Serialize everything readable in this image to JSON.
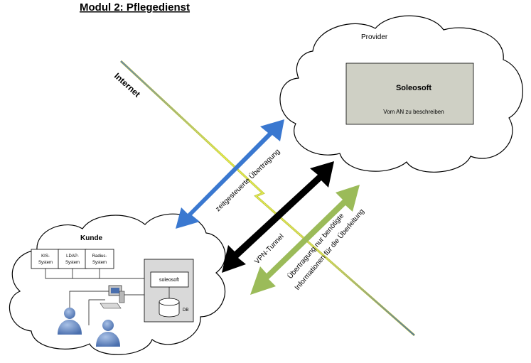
{
  "title": "Modul 2: Pflegedienst",
  "internet_label": "Internet",
  "provider": {
    "label": "Provider",
    "box_title": "Soleosoft",
    "box_subtitle": "Vom AN zu beschreiben"
  },
  "kunde": {
    "label": "Kunde",
    "systems": [
      {
        "line1": "KIS-",
        "line2": "System"
      },
      {
        "line1": "LDAP-",
        "line2": "System"
      },
      {
        "line1": "Radius-",
        "line2": "System"
      }
    ],
    "app_label": "soleosoft",
    "db_label": "DB"
  },
  "arrows": {
    "blue_label": "zeitgesteuerte Übertragung",
    "black_label": "VPN-Tunnel",
    "green_line1": "Übertragung nur benötigte",
    "green_line2": "Informationen für die Überleitung"
  },
  "colors": {
    "blue_arrow": "#3a78d0",
    "black_arrow": "#000000",
    "green_arrow": "#9bbb59",
    "provider_box": "#cfd0c5",
    "server_box": "#d9d9d9",
    "person": "#6f93c7"
  }
}
